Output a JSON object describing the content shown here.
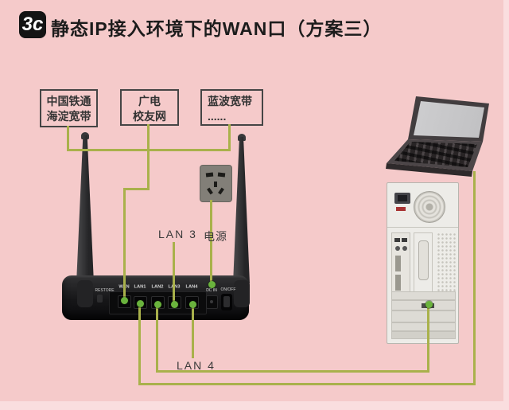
{
  "page": {
    "bg": "#f5caca",
    "edge": "#fadedf"
  },
  "colors": {
    "cable": "#a9b14b",
    "dot": "#6ab33d"
  },
  "header": {
    "badge": "3c",
    "title": "静态IP接入环境下的WAN口（方案三）"
  },
  "isp_boxes": [
    {
      "line1": "中国铁通",
      "line2": "海淀宽带"
    },
    {
      "line1": "广电",
      "line2": "校友网"
    },
    {
      "line1": "蓝波宽带",
      "line2": "......"
    }
  ],
  "labels": {
    "lan3": "LAN 3",
    "power": "电源",
    "lan4": "LAN 4"
  },
  "router": {
    "restore": "RESTORE",
    "ports": [
      "WAN",
      "LAN1",
      "LAN2",
      "LAN3",
      "LAN4"
    ],
    "dc_in": "DC IN",
    "power_switch": "ON/OFF"
  }
}
